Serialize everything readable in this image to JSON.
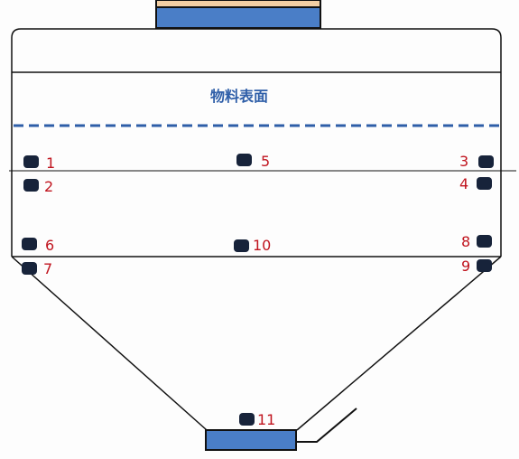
{
  "diagram": {
    "surface_label": "物料表面",
    "sensors": [
      {
        "id": "1",
        "label": "1"
      },
      {
        "id": "2",
        "label": "2"
      },
      {
        "id": "3",
        "label": "3"
      },
      {
        "id": "4",
        "label": "4"
      },
      {
        "id": "5",
        "label": "5"
      },
      {
        "id": "6",
        "label": "6"
      },
      {
        "id": "7",
        "label": "7"
      },
      {
        "id": "8",
        "label": "8"
      },
      {
        "id": "9",
        "label": "9"
      },
      {
        "id": "10",
        "label": "10"
      },
      {
        "id": "11",
        "label": "11"
      }
    ],
    "colors": {
      "label_red": "#c0141e",
      "surface_blue": "#2e5ea8",
      "block_blue": "#4a7ec7",
      "sensor_dark": "#17233a",
      "feed_top": "#f3cfa4"
    }
  }
}
